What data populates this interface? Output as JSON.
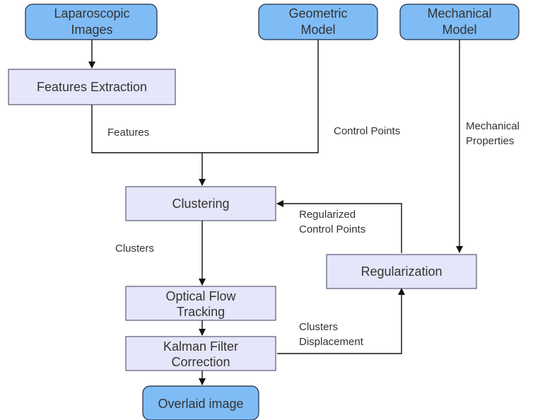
{
  "nodes": {
    "laparoscopic_images": {
      "lines": [
        "Laparoscopic",
        "Images"
      ]
    },
    "geometric_model": {
      "lines": [
        "Geometric",
        "Model"
      ]
    },
    "mechanical_model": {
      "lines": [
        "Mechanical",
        "Model"
      ]
    },
    "features_extraction": {
      "lines": [
        "Features Extraction"
      ]
    },
    "clustering": {
      "lines": [
        "Clustering"
      ]
    },
    "regularization": {
      "lines": [
        "Regularization"
      ]
    },
    "optical_flow_tracking": {
      "lines": [
        "Optical Flow",
        "Tracking"
      ]
    },
    "kalman_filter_correction": {
      "lines": [
        "Kalman Filter",
        "Correction"
      ]
    },
    "overlaid_image": {
      "lines": [
        "Overlaid image"
      ]
    }
  },
  "edge_labels": {
    "features": [
      "Features"
    ],
    "control_points": [
      "Control Points"
    ],
    "mechanical_properties": [
      "Mechanical",
      "Properties"
    ],
    "regularized_control_points": [
      "Regularized",
      "Control Points"
    ],
    "clusters": [
      "Clusters"
    ],
    "clusters_displacement": [
      "Clusters",
      "Displacement"
    ]
  },
  "colors": {
    "io_fill": "#7fbcf5",
    "process_fill": "#e6e6fa",
    "text": "#333333",
    "edge": "#111111"
  }
}
